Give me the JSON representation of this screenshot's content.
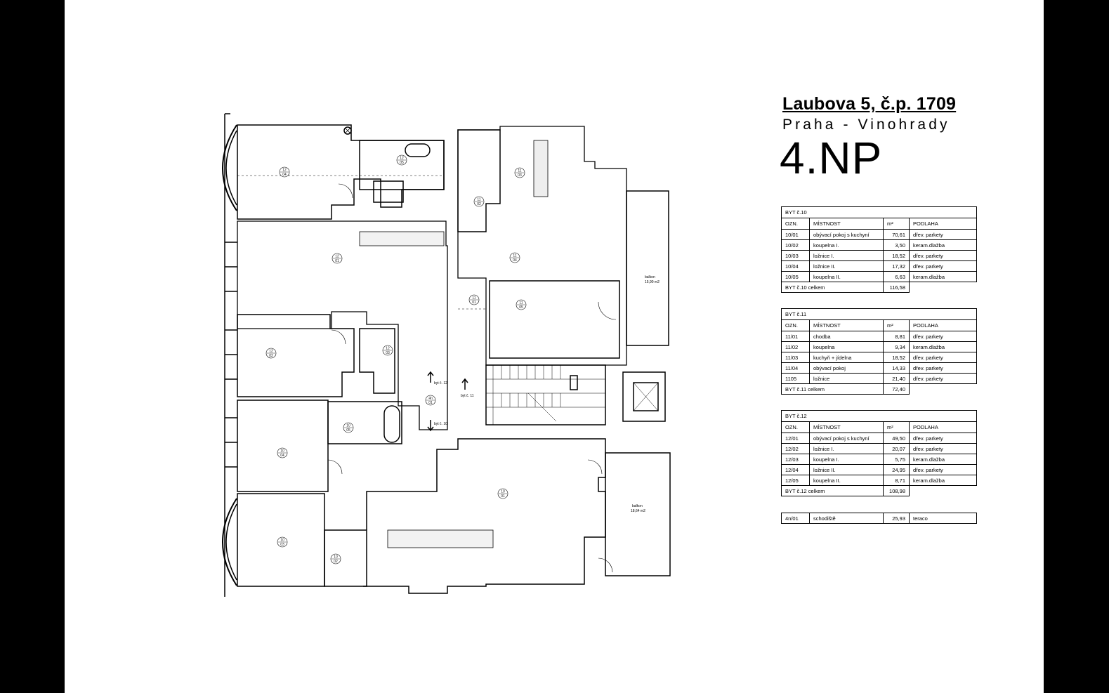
{
  "header": {
    "title": "Laubova 5, č.p. 1709",
    "subtitle": "Praha - Vinohrady",
    "floor": "4.NP"
  },
  "column_headers": [
    "OZN.",
    "MÍSTNOST",
    "m²",
    "PODLAHA"
  ],
  "apartments": [
    {
      "name": "BYT č.10",
      "rows": [
        {
          "id": "10/01",
          "room": "obývací pokoj s kuchyní",
          "area": "70,61",
          "floor": "dřev. parkety"
        },
        {
          "id": "10/02",
          "room": "koupelna I.",
          "area": "3,50",
          "floor": "keram.dlažba"
        },
        {
          "id": "10/03",
          "room": "ložnice I.",
          "area": "18,52",
          "floor": "dřev. parkety"
        },
        {
          "id": "10/04",
          "room": "ložnice II.",
          "area": "17,32",
          "floor": "dřev. parkety"
        },
        {
          "id": "10/05",
          "room": "koupelna II.",
          "area": "6,63",
          "floor": "keram.dlažba"
        }
      ],
      "total_label": "BYT č.10  celkem",
      "total": "116,58"
    },
    {
      "name": "BYT č.11",
      "rows": [
        {
          "id": "11/01",
          "room": "chodba",
          "area": "8,81",
          "floor": "dřev. parkety"
        },
        {
          "id": "11/02",
          "room": "koupelna",
          "area": "9,34",
          "floor": "keram.dlažba"
        },
        {
          "id": "11/03",
          "room": "kuchyň + jídelna",
          "area": "18,52",
          "floor": "dřev. parkety"
        },
        {
          "id": "11/04",
          "room": "obývací pokoj",
          "area": "14,33",
          "floor": "dřev. parkety"
        },
        {
          "id": "1105",
          "room": "ložnice",
          "area": "21,40",
          "floor": "dřev. parkety"
        }
      ],
      "total_label": "BYT č.11  celkem",
      "total": "72,40"
    },
    {
      "name": "BYT č.12",
      "rows": [
        {
          "id": "12/01",
          "room": "obývací pokoj s kuchyní",
          "area": "49,50",
          "floor": "dřev. parkety"
        },
        {
          "id": "12/02",
          "room": "ložnice I.",
          "area": "20,07",
          "floor": "dřev. parkety"
        },
        {
          "id": "12/03",
          "room": "koupelna I.",
          "area": "5,75",
          "floor": "keram.dlažba"
        },
        {
          "id": "12/04",
          "room": "ložnice II.",
          "area": "24,95",
          "floor": "dřev. parkety"
        },
        {
          "id": "12/05",
          "room": "koupelna II.",
          "area": "8,71",
          "floor": "keram.dlažba"
        }
      ],
      "total_label": "BYT č.12  celkem",
      "total": "108,98"
    }
  ],
  "stairs_row": {
    "id": "4n/01",
    "room": "schodiště",
    "area": "25,93",
    "floor": "teraco"
  },
  "plan": {
    "room_tags": [
      {
        "top": "12",
        "bottom": "04"
      },
      {
        "top": "12",
        "bottom": "05"
      },
      {
        "top": "12",
        "bottom": "01"
      },
      {
        "top": "12",
        "bottom": "02"
      },
      {
        "top": "12",
        "bottom": "03"
      },
      {
        "top": "10",
        "bottom": "05"
      },
      {
        "top": "10",
        "bottom": "04"
      },
      {
        "top": "10",
        "bottom": "03"
      },
      {
        "top": "10",
        "bottom": "02"
      },
      {
        "top": "10",
        "bottom": "01"
      },
      {
        "top": "11",
        "bottom": "03"
      },
      {
        "top": "11",
        "bottom": "02"
      },
      {
        "top": "11",
        "bottom": "04"
      },
      {
        "top": "11",
        "bottom": "01"
      },
      {
        "top": "11",
        "bottom": "05"
      },
      {
        "top": "4n",
        "bottom": "01"
      }
    ],
    "labels": {
      "byt12": "byt č. 12",
      "byt11": "byt č. 11",
      "byt10": "byt č. 10",
      "balcony_top_name": "balkon",
      "balcony_top_area": "15,90 m2",
      "balcony_bottom_name": "balkon",
      "balcony_bottom_area": "18,64 m2"
    }
  }
}
